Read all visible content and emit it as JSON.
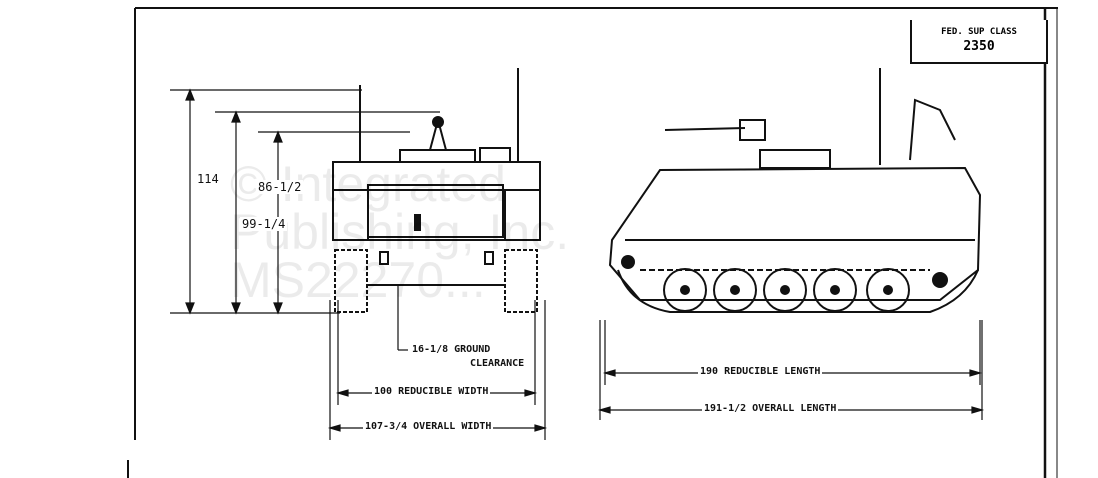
{
  "class_box": {
    "title": "FED. SUP CLASS",
    "number": "2350"
  },
  "front_view": {
    "height_overall": "114",
    "height_reduced": "99-1/4",
    "height_hull": "86-1/2",
    "ground_clearance": "16-1/8 GROUND",
    "ground_clearance_2": "CLEARANCE",
    "reducible_width": "100 REDUCIBLE WIDTH",
    "overall_width": "107-3/4 OVERALL WIDTH"
  },
  "side_view": {
    "reducible_length": "190 REDUCIBLE LENGTH",
    "overall_length": "191-1/2 OVERALL LENGTH"
  },
  "watermark": [
    "© Integrated",
    "Publishing, Inc.",
    "MS22270..."
  ]
}
